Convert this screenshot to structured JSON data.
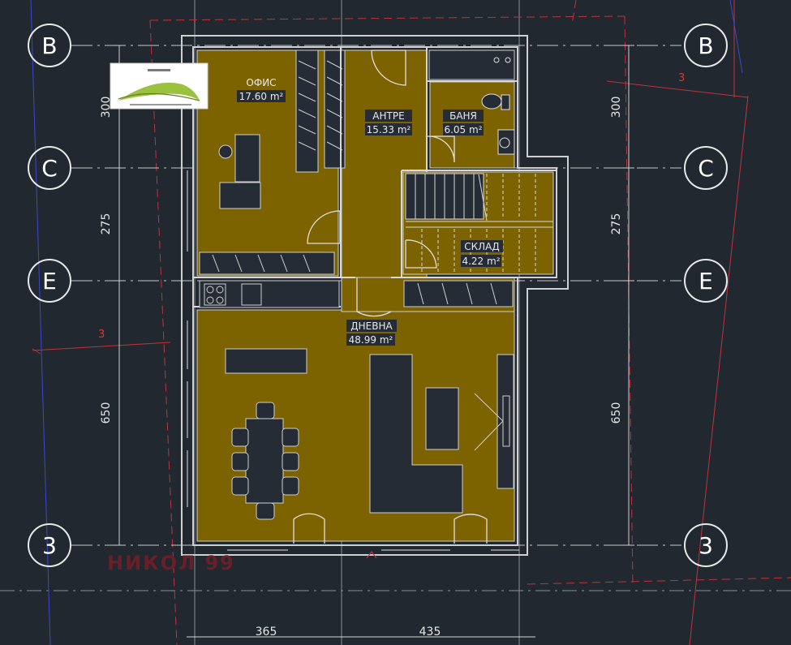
{
  "grid_axes": {
    "B": "B",
    "C": "C",
    "E": "E",
    "three": "3"
  },
  "dimensions": {
    "left": [
      "300",
      "275",
      "650"
    ],
    "right": [
      "300",
      "275",
      "650"
    ],
    "bottom": [
      "365",
      "435"
    ],
    "red_marks": [
      "3",
      "3"
    ]
  },
  "rooms": {
    "office": {
      "name": "ОФИС",
      "area": "17.60 m²"
    },
    "hall": {
      "name": "АНТРЕ",
      "area": "15.33 m²"
    },
    "bath": {
      "name": "БАНЯ",
      "area": "6.05 m²"
    },
    "storage": {
      "name": "СКЛАД",
      "area": "4.22 m²"
    },
    "living": {
      "name": "ДНЕВНА",
      "area": "48.99 m²"
    }
  },
  "watermark": "НИКОЛ 99",
  "colors": {
    "background": "#212830",
    "floor": "#7d6300",
    "wall": "#d0d0d0",
    "furniture": "#262c35",
    "grid_line": "#c8c8c8",
    "red_line": "#c0343a",
    "blue_line": "#3a48c8"
  }
}
